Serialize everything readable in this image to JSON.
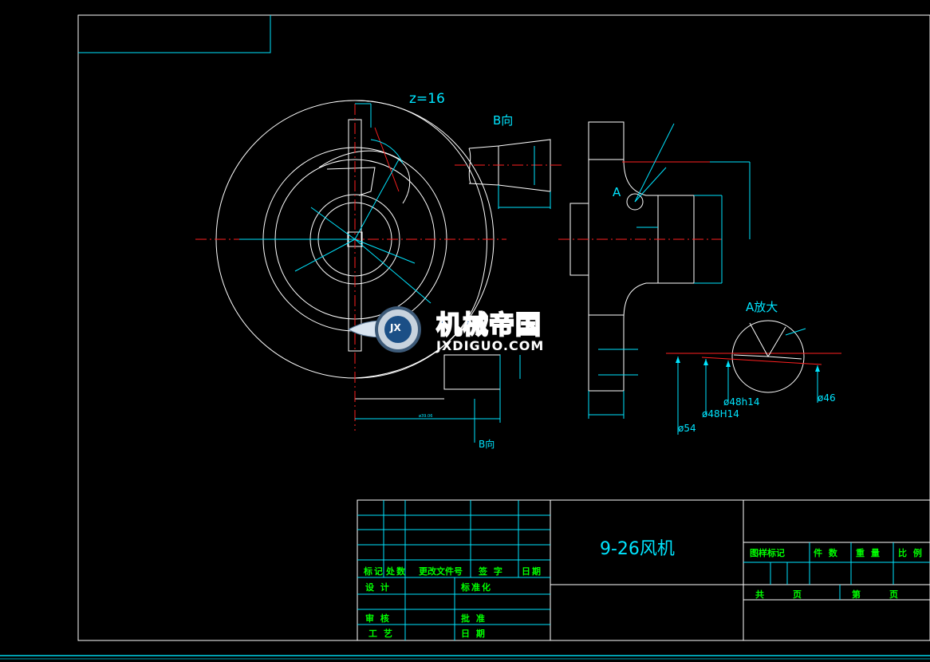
{
  "drawing": {
    "tooth_count_label": "z=16",
    "view_b_label": "B向",
    "view_b_arrow_label": "B向",
    "detail_a_marker": "A",
    "detail_a_label": "A放大",
    "dim_phi_48h14": "ø48h14",
    "dim_phi_48H14": "ø48H14",
    "dim_phi_46": "ø46",
    "dim_phi_54": "ø54"
  },
  "title_block": {
    "drawing_name": "9-26风机",
    "rev_headers": [
      "标记",
      "处数",
      "更改文件号",
      "签 字",
      "日期"
    ],
    "row_design": "设 计",
    "row_standard": "标准化",
    "row_review": "审 核",
    "row_approve": "批 准",
    "row_process": "工 艺",
    "row_date": "日 期",
    "stage_mark": "图样标记",
    "count": "件 数",
    "weight": "重 量",
    "scale": "比 例",
    "total": "共",
    "pages": "页",
    "sheet_no": "第",
    "page": "页"
  },
  "watermark": {
    "brand_cn": "机械帝国",
    "brand_en": "JXDIGUO.COM",
    "logo_letters": "JX"
  },
  "colors": {
    "frame": "#ffffff",
    "dimension": "#00e5ff",
    "centerline": "#ff2020",
    "title_text": "#00ff00",
    "background": "#000000"
  }
}
